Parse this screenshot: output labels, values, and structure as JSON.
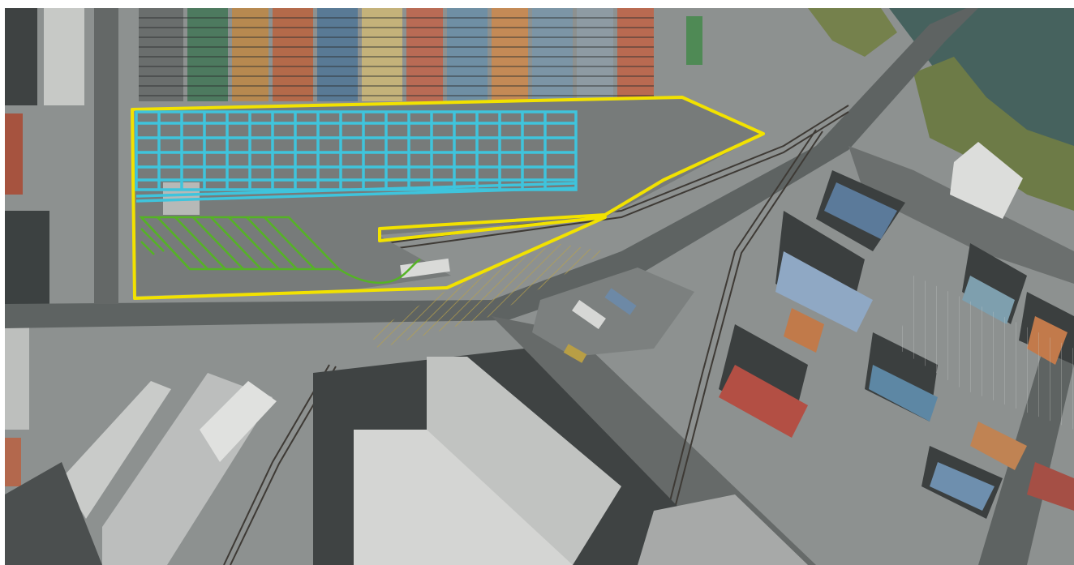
{
  "map": {
    "type": "aerial-photo",
    "subject": "container-terminal-rail-yard",
    "overlays": [
      {
        "name": "terminal-boundary",
        "shape": "polygon",
        "color": "#f2e200"
      },
      {
        "name": "container-stack-grid",
        "shape": "rectangle-grid",
        "color": "#3fc4dc"
      },
      {
        "name": "hatched-zone",
        "shape": "hatched-parallelogram",
        "color": "#55b325"
      },
      {
        "name": "connector-track",
        "shape": "curve",
        "color": "#55b325"
      }
    ],
    "colors": {
      "ground": "#8b8f8e",
      "asphalt": "#5f6463",
      "roof-light": "#c9cbca",
      "roof-dark": "#4c4f4f",
      "vegetation": "#6c7c45",
      "water": "#47625e"
    }
  }
}
